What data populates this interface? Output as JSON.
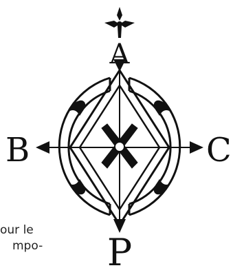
{
  "diagram": {
    "labels": {
      "top": "A",
      "left": "B",
      "right": "C",
      "bottom": "P"
    },
    "ink_color": "#111111",
    "paper_color": "#ffffff"
  },
  "text_fragments": {
    "line1": "our  le",
    "line2": "mpo-"
  }
}
